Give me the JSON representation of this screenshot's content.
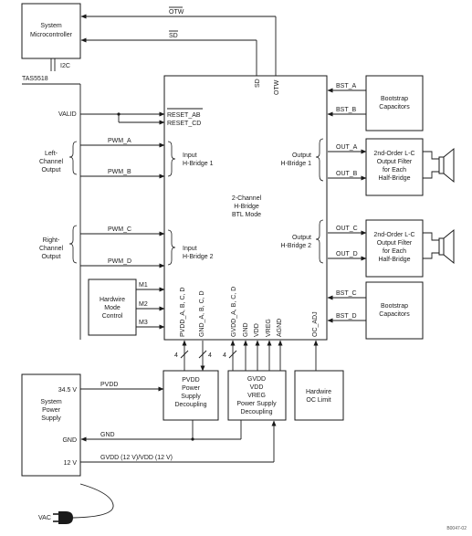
{
  "blocks": {
    "microcontroller": [
      "System",
      "Microcontroller"
    ],
    "i2c": "I2C",
    "chip_name": "TAS5518",
    "system_ps": [
      "System",
      "Power",
      "Supply"
    ],
    "hw_mode": [
      "Hardwire",
      "Mode",
      "Control"
    ],
    "pvdd_dec": [
      "PVDD",
      "Power",
      "Supply",
      "Decoupling"
    ],
    "gvdd_dec": [
      "GVDD",
      "VDD",
      "VREG",
      "Power Supply",
      "Decoupling"
    ],
    "oc_limit": [
      "Hardwire",
      "OC Limit"
    ],
    "boot_top": [
      "Bootstrap",
      "Capacitors"
    ],
    "boot_bottom": [
      "Bootstrap",
      "Capacitors"
    ],
    "filter_top": [
      "2nd-Order L-C",
      "Output Filter",
      "for Each",
      "Half-Bridge"
    ],
    "filter_bottom": [
      "2nd-Order L-C",
      "Output Filter",
      "for Each",
      "Half-Bridge"
    ]
  },
  "signals": {
    "otw": "OTW",
    "sd": "SD",
    "valid": "VALID",
    "reset_ab": "RESET_AB",
    "reset_cd": "RESET_CD",
    "left_channel": [
      "Left-",
      "Channel",
      "Output"
    ],
    "right_channel": [
      "Right-",
      "Channel",
      "Output"
    ],
    "pwm_a": "PWM_A",
    "pwm_b": "PWM_B",
    "pwm_c": "PWM_C",
    "pwm_d": "PWM_D",
    "m1": "M1",
    "m2": "M2",
    "m3": "M3",
    "bst_a": "BST_A",
    "bst_b": "BST_B",
    "bst_c": "BST_C",
    "bst_d": "BST_D",
    "out_a": "OUT_A",
    "out_b": "OUT_B",
    "out_c": "OUT_C",
    "out_d": "OUT_D",
    "v345": "34.5 V",
    "pvdd": "PVDD",
    "gnd": "GND",
    "gnd2": "GND",
    "v12": "12 V",
    "gvdd_rail": "GVDD (12 V)/VDD (12 V)",
    "vac": "VAC",
    "bus4": "4"
  },
  "chip": {
    "input_hb1": [
      "Input",
      "H-Bridge 1"
    ],
    "input_hb2": [
      "Input",
      "H-Bridge 2"
    ],
    "output_hb1": [
      "Output",
      "H-Bridge 1"
    ],
    "output_hb2": [
      "Output",
      "H-Bridge 2"
    ],
    "center": [
      "2-Channel",
      "H-Bridge",
      "BTL Mode"
    ],
    "pin_sd": "SD",
    "pin_otw": "OTW",
    "pins_bottom": [
      "PVDD_A, B, C, D",
      "GND_A, B, C, D",
      "GVDD_A, B, C, D",
      "GND",
      "VDD",
      "VREG",
      "AGND",
      "OC_ADJ"
    ]
  },
  "figure_id": "B0047-02"
}
